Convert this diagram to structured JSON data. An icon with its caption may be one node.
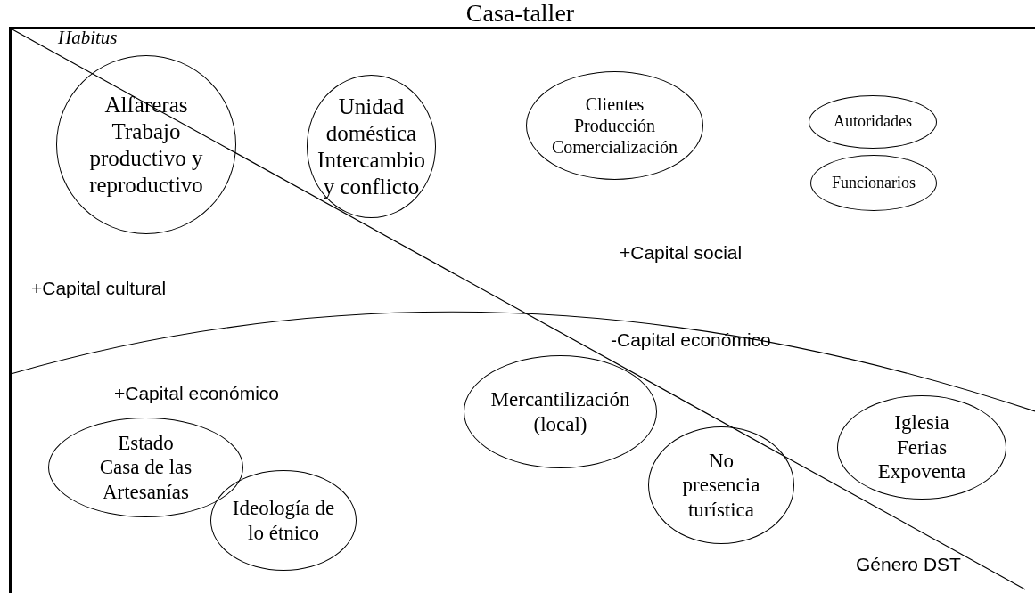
{
  "diagram": {
    "nodes": [
      {
        "text": [
          "Casa-taller"
        ]
      },
      {
        "text": [
          "Alfareras",
          "Trabajo productivo y reproductivo"
        ],
        "in": 0
      },
      {
        "text": [
          "Unidad doméstica",
          "Intercambio y conflicto"
        ],
        "in": 0
      },
      {
        "text": [
          "Clientes",
          "Producción",
          "Comercialización"
        ],
        "in": 0
      },
      {
        "text": [
          "Autoridades"
        ],
        "in": 0
      },
      {
        "text": [
          "Funcionarios"
        ],
        "in": 0
      },
      {
        "text": [
          "Estado",
          "Casa de las Artesanías"
        ],
        "in": 0
      },
      {
        "text": [
          "Ideología de lo étnico"
        ],
        "in": 0
      },
      {
        "text": [
          "Mercantilización (local)"
        ],
        "in": 0
      },
      {
        "text": [
          "No presencia turística"
        ],
        "in": 0
      },
      {
        "text": [
          "Iglesia",
          "Ferias",
          "Expoventa"
        ],
        "in": 0
      }
    ],
    "labels": [
      "Habitus",
      "+Capital social",
      "+Capital cultural",
      "-Capital económico",
      "+Capital económico",
      "Género DST"
    ]
  }
}
